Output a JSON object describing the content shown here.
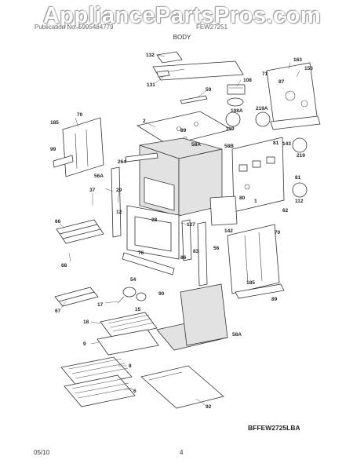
{
  "watermark": "AppliancePartsPros.com",
  "header": {
    "left_text": "Publication No: 5995484779",
    "right_text": "FEW27251",
    "section": "BODY"
  },
  "model_code": "BFFEW2725LBA",
  "footer": {
    "date": "05/10",
    "page": "4"
  },
  "part_labels": {
    "p132": "132",
    "p163": "163",
    "p153": "153",
    "p71": "71",
    "p131": "131",
    "p108": "108",
    "p87": "87",
    "p59": "59",
    "p108a": "108A",
    "p119": "119",
    "p219a": "219A",
    "p185a": "185",
    "p70a": "70",
    "p99": "99",
    "p2": "2",
    "p89a": "89",
    "p58a_top": "58A",
    "p58b": "58B",
    "p81a": "81",
    "p143": "143",
    "p219": "219",
    "p264": "264",
    "p56a": "56A",
    "p37": "37",
    "p29": "29",
    "p12": "12",
    "p81b": "81",
    "p112": "112",
    "p80": "80",
    "p1": "1",
    "p62": "62",
    "p66": "66",
    "p28": "28",
    "p127": "127",
    "p142": "142",
    "p70b": "70",
    "p68": "68",
    "p76": "76",
    "p86": "86",
    "p83": "83",
    "p56": "56",
    "p54": "54",
    "p185b": "185",
    "p67": "67",
    "p17": "17",
    "p15": "15",
    "p90": "90",
    "p89b": "89",
    "p18": "18",
    "p9": "9",
    "p58a_bottom": "58A",
    "p8": "8",
    "p6": "6",
    "p92": "92"
  }
}
